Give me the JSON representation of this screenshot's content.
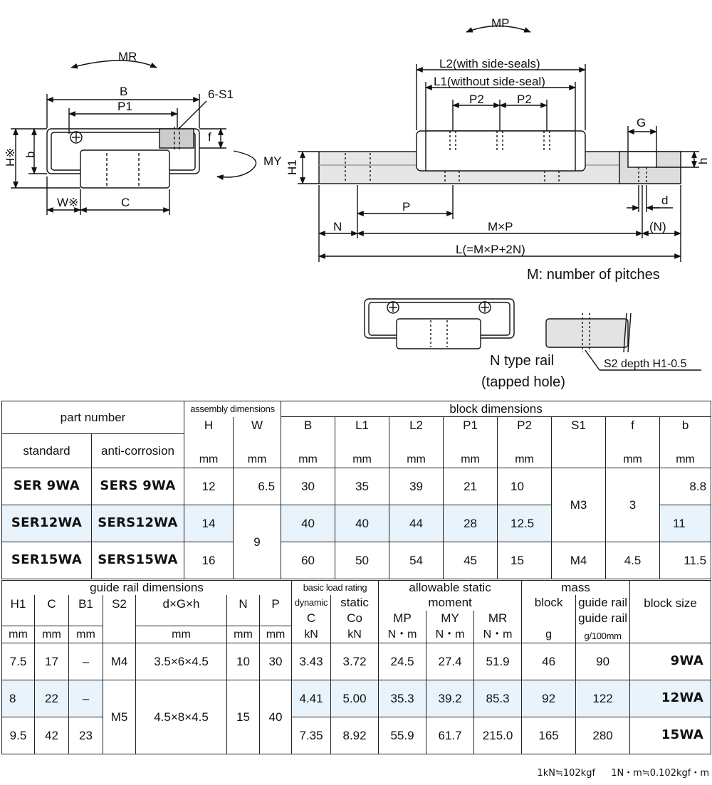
{
  "drawing": {
    "labels": {
      "MR": "MR",
      "MP": "MP",
      "MY": "MY",
      "B": "B",
      "P1": "P1",
      "S1": "6-S1",
      "H": "H※",
      "b": "b",
      "f": "f",
      "W": "W※",
      "C": "C",
      "L2": "L2(with side-seals)",
      "L1": "L1(without side-seal)",
      "P2a": "P2",
      "P2b": "P2",
      "G": "G",
      "H1": "H1",
      "h": "h",
      "P": "P",
      "d": "d",
      "N": "N",
      "MxP": "M×P",
      "Nr": "(N)",
      "L": "L(=M×P+2N)"
    },
    "pitch_note": "M: number of pitches",
    "ntype_line1": "N type rail",
    "ntype_line2": "(tapped hole)",
    "s2_note": "S2 depth H1-0.5"
  },
  "table1": {
    "head": {
      "part_number": "part number",
      "standard": "standard",
      "anti_corrosion": "anti-corrosion",
      "assembly": "assembly dimensions",
      "block": "block dimensions",
      "cols": [
        "H",
        "W",
        "B",
        "L1",
        "L2",
        "P1",
        "P2",
        "S1",
        "f",
        "b"
      ],
      "unit": "mm"
    },
    "rows": [
      {
        "std": "SER 9WA",
        "anti": "SERS 9WA",
        "H": "12",
        "W": "6.5",
        "B": "30",
        "L1": "35",
        "L2": "39",
        "P1": "21",
        "P2": "10",
        "b": "8.8"
      },
      {
        "std": "SER12WA",
        "anti": "SERS12WA",
        "H": "14",
        "B": "40",
        "L1": "40",
        "L2": "44",
        "P1": "28",
        "P2": "12.5",
        "b": "11"
      },
      {
        "std": "SER15WA",
        "anti": "SERS15WA",
        "H": "16",
        "B": "60",
        "L1": "50",
        "L2": "54",
        "P1": "45",
        "P2": "15",
        "S1": "M4",
        "f": "4.5",
        "b": "11.5"
      }
    ],
    "merged": {
      "W_12_15": "9",
      "S1_9_12": "M3",
      "f_9_12": "3"
    }
  },
  "table2": {
    "head": {
      "guide": "guide rail dimensions",
      "H1": "H1",
      "C": "C",
      "B1": "B1",
      "S2": "S2",
      "dGh": "d×G×h",
      "N": "N",
      "P": "P",
      "basic": "basic load rating",
      "dynamic": "dynamic",
      "static": "static",
      "Cd": "C",
      "Co": "Co",
      "allow": "allowable static",
      "moment": "moment",
      "MP": "MP",
      "MY": "MY",
      "MR": "MR",
      "mass": "mass",
      "block": "block",
      "guide_rail": "guide rail",
      "block_size": "block size",
      "mm": "mm",
      "kN": "kN",
      "Nm": "N・m",
      "g": "g",
      "g100": "g/100mm"
    },
    "rows": [
      {
        "H1": "7.5",
        "C": "17",
        "B1": "–",
        "S2": "M4",
        "dGh": "3.5×6×4.5",
        "N": "10",
        "P": "30",
        "Cd": "3.43",
        "Co": "3.72",
        "MP": "24.5",
        "MY": "27.4",
        "MR": "51.9",
        "mb": "46",
        "mr": "90",
        "size": "9WA"
      },
      {
        "H1": "8",
        "C": "22",
        "B1": "–",
        "Cd": "4.41",
        "Co": "5.00",
        "MP": "35.3",
        "MY": "39.2",
        "MR": "85.3",
        "mb": "92",
        "mr": "122",
        "size": "12WA"
      },
      {
        "H1": "9.5",
        "C": "42",
        "B1": "23",
        "Cd": "7.35",
        "Co": "8.92",
        "MP": "55.9",
        "MY": "61.7",
        "MR": "215.0",
        "mb": "165",
        "mr": "280",
        "size": "15WA"
      }
    ],
    "merged": {
      "S2_12_15": "M5",
      "dGh_12_15": "4.5×8×4.5",
      "N_12_15": "15",
      "P_12_15": "40"
    }
  },
  "footnote": {
    "kn": "1kN≒102kgf",
    "nm": "1N・m≒0.102kgf・m"
  }
}
